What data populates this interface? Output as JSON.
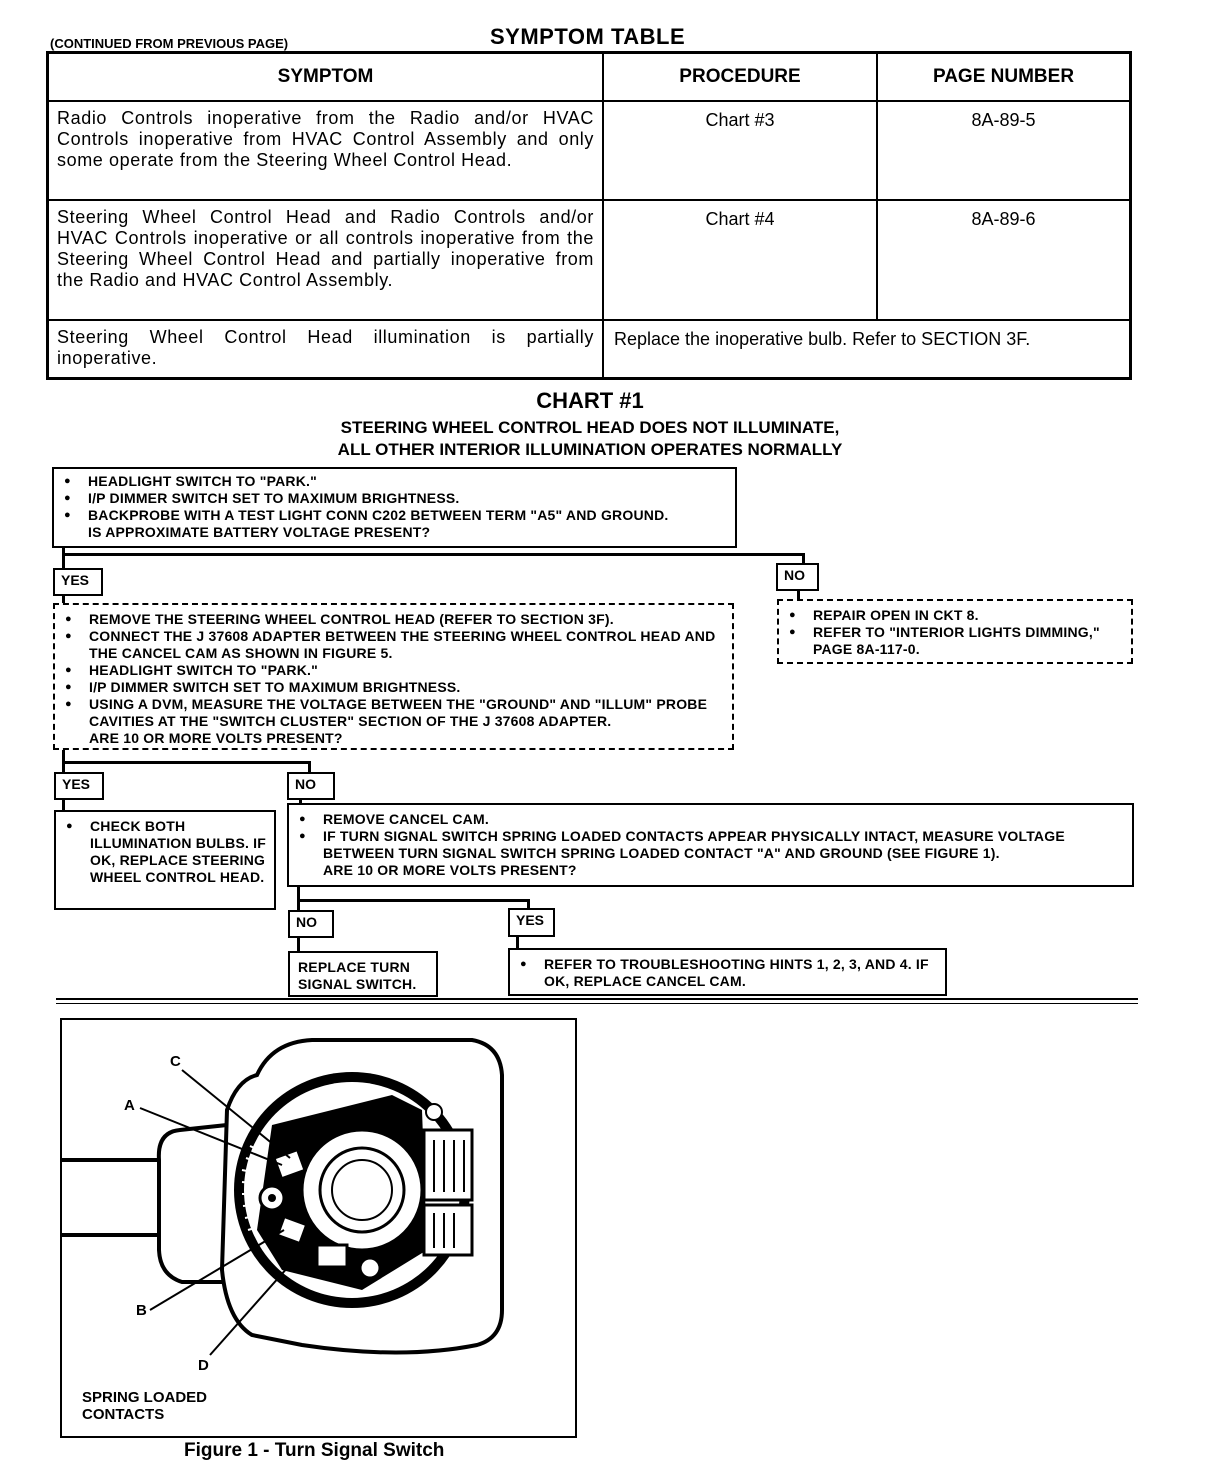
{
  "header": {
    "continued": "(CONTINUED FROM PREVIOUS PAGE)",
    "title": "SYMPTOM TABLE"
  },
  "symptom_table": {
    "headers": [
      "SYMPTOM",
      "PROCEDURE",
      "PAGE NUMBER"
    ],
    "rows": [
      {
        "symptom": "Radio Controls inoperative from the Radio and/or HVAC Controls inoperative from HVAC Control Assembly and only some operate from the Steering Wheel Control Head.",
        "procedure": "Chart #3",
        "page": "8A-89-5"
      },
      {
        "symptom": "Steering Wheel Control Head and Radio Controls and/or HVAC Controls inoperative or all controls inoperative from the Steering Wheel Control Head and partially inoperative from the Radio and HVAC Control Assembly.",
        "procedure": "Chart #4",
        "page": "8A-89-6"
      },
      {
        "symptom": "Steering Wheel Control Head illumination is partially inoperative.",
        "procedure": "Replace the inoperative bulb.  Refer to SECTION 3F."
      }
    ]
  },
  "chart": {
    "title": "CHART #1",
    "subtitle1": "STEERING WHEEL CONTROL HEAD DOES NOT ILLUMINATE,",
    "subtitle2": "ALL OTHER INTERIOR ILLUMINATION OPERATES NORMALLY",
    "box1": {
      "items": [
        "HEADLIGHT SWITCH TO \"PARK.\"",
        "I/P DIMMER SWITCH SET TO MAXIMUM BRIGHTNESS.",
        "BACKPROBE WITH A TEST LIGHT CONN C202 BETWEEN TERM \"A5\" AND GROUND."
      ],
      "question": "IS APPROXIMATE BATTERY VOLTAGE PRESENT?"
    },
    "yes": "YES",
    "no": "NO",
    "box2": {
      "items": [
        "REMOVE THE STEERING WHEEL CONTROL HEAD (REFER TO SECTION 3F).",
        "CONNECT THE J 37608 ADAPTER BETWEEN THE STEERING WHEEL CONTROL HEAD AND THE CANCEL CAM AS SHOWN IN FIGURE 5.",
        "HEADLIGHT SWITCH TO \"PARK.\"",
        "I/P DIMMER SWITCH SET TO MAXIMUM BRIGHTNESS.",
        "USING A DVM, MEASURE THE VOLTAGE BETWEEN THE \"GROUND\" AND \"ILLUM\" PROBE CAVITIES AT THE \"SWITCH CLUSTER\" SECTION OF THE J 37608 ADAPTER."
      ],
      "question": "ARE 10 OR MORE VOLTS PRESENT?"
    },
    "box_no1": {
      "items": [
        "REPAIR OPEN IN CKT 8.",
        "REFER TO \"INTERIOR LIGHTS DIMMING,\" PAGE 8A-117-0."
      ]
    },
    "box_check": {
      "items": [
        "CHECK BOTH ILLUMINATION BULBS. IF OK, REPLACE STEERING WHEEL CONTROL HEAD."
      ]
    },
    "box_cancel": {
      "items": [
        "REMOVE CANCEL CAM.",
        "IF TURN SIGNAL SWITCH SPRING LOADED CONTACTS APPEAR PHYSICALLY INTACT, MEASURE VOLTAGE BETWEEN TURN SIGNAL SWITCH SPRING LOADED CONTACT \"A\" AND GROUND (SEE FIGURE 1)."
      ],
      "question": "ARE 10 OR MORE VOLTS PRESENT?"
    },
    "box_replace": "REPLACE TURN SIGNAL SWITCH.",
    "box_refer": {
      "items": [
        "REFER TO TROUBLESHOOTING HINTS 1, 2, 3, AND 4. IF OK, REPLACE CANCEL CAM."
      ]
    }
  },
  "figure": {
    "labels": {
      "a": "A",
      "b": "B",
      "c": "C",
      "d": "D"
    },
    "spring_line1": "SPRING LOADED",
    "spring_line2": "CONTACTS",
    "caption": "Figure 1 - Turn Signal Switch"
  }
}
